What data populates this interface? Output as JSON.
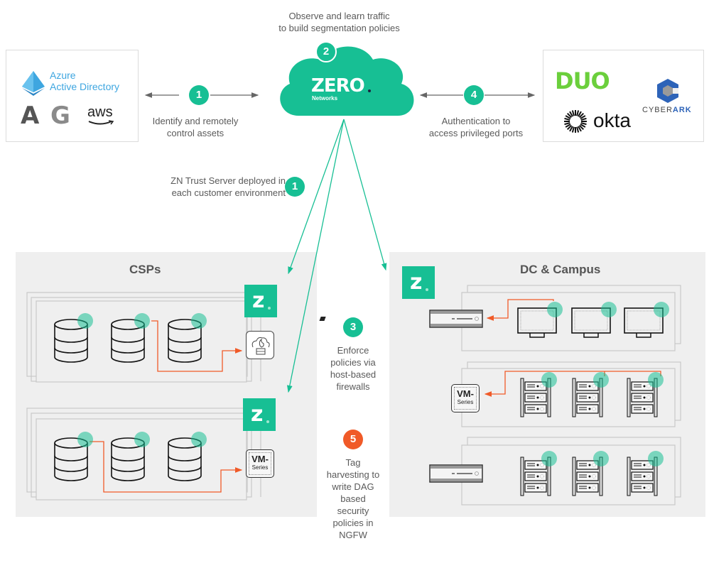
{
  "top_caption": [
    "Observe and learn traffic",
    "to build segmentation policies"
  ],
  "cloud": {
    "brand": "ZERO",
    "subbrand": "Networks",
    "step": "2"
  },
  "left_logos": {
    "azure_line1": "Azure",
    "azure_line2": "Active Directory",
    "logo_a": "A",
    "logo_g": "G",
    "logo_aws": "aws"
  },
  "right_logos": {
    "duo": "DUO",
    "okta": "okta",
    "cyberark_cyber": "CYBER",
    "cyberark_ark": "ARK"
  },
  "steps": {
    "step1_top": {
      "number": "1",
      "text": [
        "Identify and remotely",
        "control assets"
      ]
    },
    "step1_trust": {
      "number": "1",
      "text": [
        "ZN Trust Server deployed in",
        "each customer environment"
      ]
    },
    "step4": {
      "number": "4",
      "text": [
        "Authentication to",
        "access privileged ports"
      ]
    },
    "step3": {
      "number": "3",
      "text": [
        "Enforce",
        "policies via",
        "host-based",
        "firewalls"
      ]
    },
    "step5": {
      "number": "5",
      "text": [
        "Tag",
        "harvesting to",
        "write DAG",
        "based",
        "security",
        "policies in",
        "NGFW"
      ]
    }
  },
  "panels": {
    "csps": {
      "title": "CSPs",
      "cloud_fw_icon": "cloud-firewall",
      "vm_series": [
        "VM-",
        "Series"
      ]
    },
    "dc": {
      "title": "DC & Campus",
      "vm_series": [
        "VM-",
        "Series"
      ]
    }
  },
  "zn_logo_letter": "z",
  "colors": {
    "brand_green": "#17bf94",
    "accent_orange": "#f05a28",
    "panel_bg": "#efefef",
    "azure_blue": "#3ea6e0",
    "duo_green": "#6bcf3c",
    "cyberark_blue": "#2d63b8"
  }
}
